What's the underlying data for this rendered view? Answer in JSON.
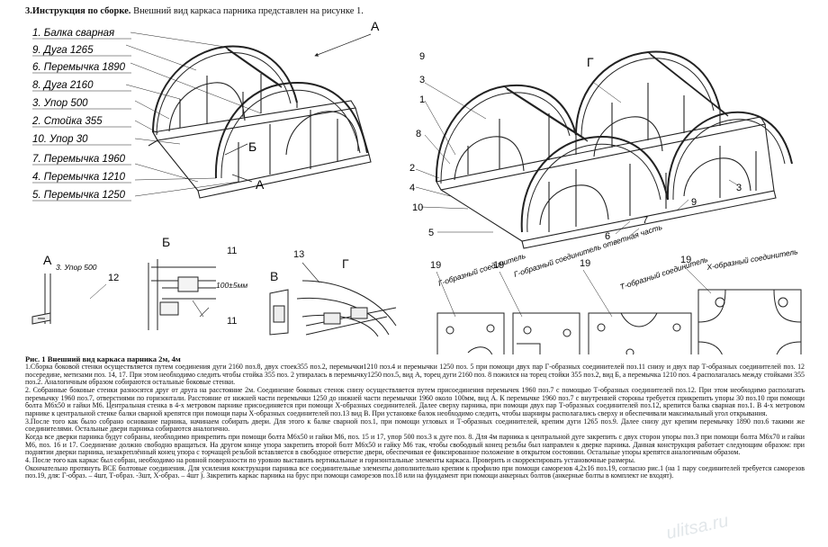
{
  "document": {
    "heading_bold": "3.Инструкция по сборке.",
    "heading_rest": " Внешний вид каркаса парника представлен на рисунке 1."
  },
  "legend": [
    {
      "num": "1",
      "text": "Балка сварная"
    },
    {
      "num": "9",
      "text": "Дуга 1265"
    },
    {
      "num": "6",
      "text": "Перемычка 1890"
    },
    {
      "num": "8",
      "text": "Дуга 2160"
    },
    {
      "num": "3",
      "text": "Упор 500"
    },
    {
      "num": "2",
      "text": "Стойка 355"
    },
    {
      "num": "10",
      "text": "Упор 30"
    },
    {
      "num": "7",
      "text": "Перемычка 1960"
    },
    {
      "num": "4",
      "text": "Перемычка 1210"
    },
    {
      "num": "5",
      "text": "Перемычка 1250"
    }
  ],
  "callouts": {
    "A": "А",
    "B": "Б",
    "V": "В",
    "G": "Г",
    "n1": "1",
    "n2": "2",
    "n3": "3",
    "n4": "4",
    "n5": "5",
    "n6": "6",
    "n7": "7",
    "n8": "8",
    "n9": "9",
    "n10": "10",
    "n11": "11",
    "n12": "12",
    "n13": "13",
    "n19": "19",
    "dimension": "100±5мм",
    "upor_label": "3. Упор 500"
  },
  "connectors": {
    "g_shape": "Г-образный соединитель",
    "g_shape_door": "Г-образный соединитель ответная часть",
    "t_shape": "Т-образный соединитель",
    "x_shape": "Х-образный соединитель"
  },
  "caption": "Рис. 1 Внешний вид каркаса парника 2м, 4м",
  "paragraphs": [
    "1.Сборка боковой стенки осуществляется путем соединения дуги 2160 поз.8, двух стоек355 поз.2, перемычки1210 поз.4 и перемычки 1250 поз. 5 при помощи двух пар Г-образных соединителей поз.11 снизу и двух пар Т-образных соединителей поз. 12 посередине, метизами поз. 14, 17. При этом необходимо следить чтобы стойка 355 поз. 2 упиралась в перемычку1250 поз.5, вид А, торец дуги 2160 поз. 8 пожился на торец стойки 355 поз.2, вид Б, а перемычка 1210 поз. 4 располагалась между стойками 355 поз.2. Аналогичным образом собираются остальные боковые стенки.",
    "2. Собранные боковые стенки разносятся друг от друга на расстояние 2м. Соединение боковых стенок снизу осуществляется путем присоединения перемычек 1960 поз.7 с помощью Т-образных соединителей поз.12. При этом необходимо располагать перемычку 1960 поз.7, отверстиями по горизонтали. Расстояние от нижней части перемычки 1250 до нижней части перемычки 1960 около 100мм, вид А. К перемычке 1960 поз.7 с внутренней стороны требуется прикрепить упоры 30 поз.10 при помощи болта М6х50 и гайки М6. Центральная стенка в 4-х метровом парнике присоединяется при помощи Х-образных соединителей. Далее сверху парника, при помощи двух пар Т-образных соединителей поз.12, крепится балка сварная поз.1. В 4-х метровом парнике к центральной стенке балки сварной крепятся при помощи пары Х-образных соединителей поз.13 вид В. При установке балок необходимо следить, чтобы шарниры располагались сверху и обеспечивали максимальный угол открывания.",
    "3.После того как было собрано основание парника, начинаем собирать двери. Для этого к балке сварной поз.1, при помощи угловых и Т-образных соединителей, крепим дуги 1265 поз.9. Далее снизу дуг крепим перемычку 1890 поз.6 такими же соединителями. Остальные двери парника собираются аналогично.",
    "Когда все дверки парника будут собраны, необходимо прикрепить при помощи болта М6х50 и гайки М6, поз. 15 и 17, упор 500 поз.3 к дуге поз. 8. Для 4м парника к центральной дуге закрепить с двух сторон упоры поз.3 при помощи болта М6х70 и гайки М6, поз. 16 и 17. Соединение должно свободно вращаться. На другом конце упора закрепить второй болт М6х50 и гайку М6 так, чтобы свободный конец резьбы был направлен к дверке парника. Данная конструкция работает следующим образом: при поднятии дверки парника, незакреплённый конец упора с торчащей резьбой вставляется в свободное отверстие двери, обеспечивая ее фиксированное положение в открытом состоянии. Остальные упоры крепятся аналогичным образом.",
    "4. После того как каркас был собран, необходимо на ровной поверхности по уровню выставить вертикальные и горизонтальные элементы каркаса. Проверить и скорректировать установочные размеры.",
    "Окончательно протянуть ВСЕ болтовые соединения. Для усиления конструкции парника все соединительные элементы дополнительно крепим к профилю при помощи саморезов 4,2х16 поз.19, согласно рис.1 (на 1 пару соединителей требуется саморезов поз.19, для: Г-образ. – 4шт, Т-образ. -3шт, Х-образ. – 4шт ). Закрепить каркас парника на брус при помощи саморезов поз.18 или на фундамент при помощи анкерных болтов (анкерные болты в комплект не входят)."
  ],
  "watermark": "ulitsa.ru"
}
